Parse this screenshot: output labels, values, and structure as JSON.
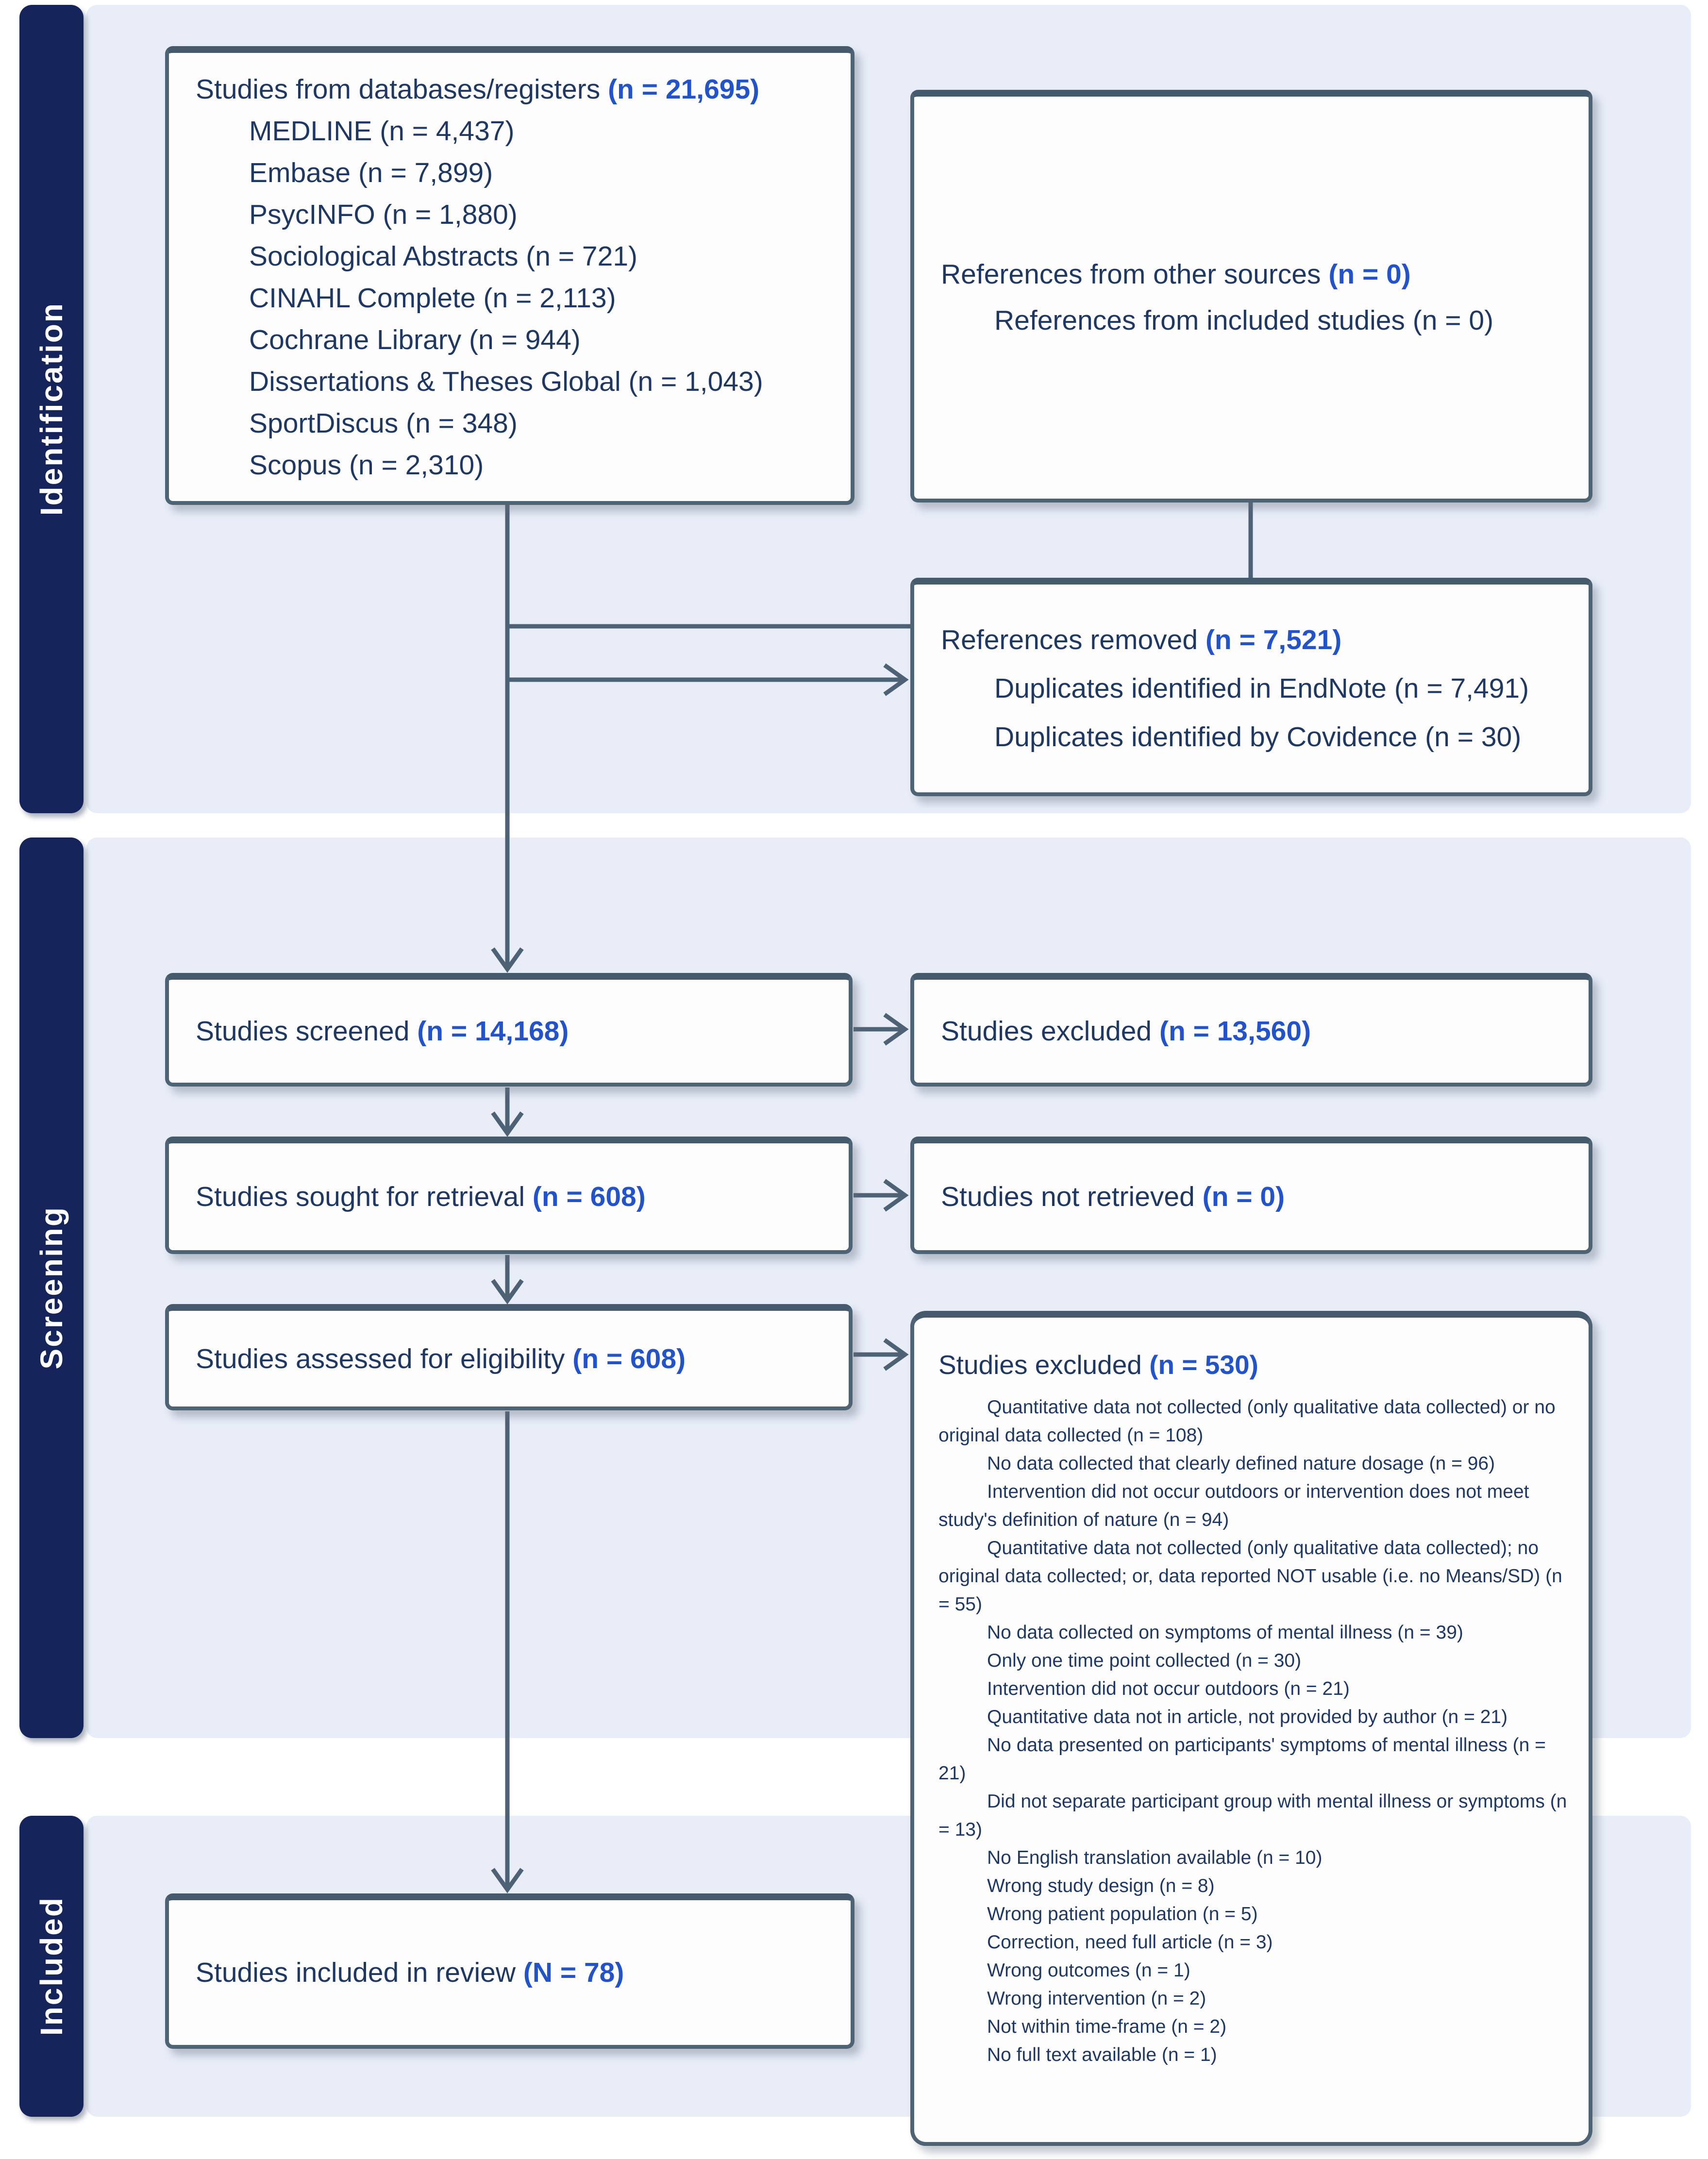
{
  "title": "PRISMA flow diagram of study selection",
  "colors": {
    "accent": "#2353c9",
    "text": "#1f3863",
    "box_border": "#4e6374",
    "stage_panel": "#e8edf8",
    "stage_bar": "#15245a",
    "arrow": "#4e6275"
  },
  "sections": [
    {
      "id": "identification",
      "label": "Identification"
    },
    {
      "id": "screening",
      "label": "Screening"
    },
    {
      "id": "included",
      "label": "Included"
    }
  ],
  "boxes": {
    "databases": {
      "lines": [
        {
          "text": "Studies from databases/registers ",
          "accent": "(n = 21,695)",
          "indent": false
        },
        {
          "text": "MEDLINE (n = 4,437)",
          "indent": true
        },
        {
          "text": "Embase (n = 7,899)",
          "indent": true
        },
        {
          "text": "PsycINFO (n = 1,880)",
          "indent": true
        },
        {
          "text": "Sociological Abstracts (n = 721)",
          "indent": true
        },
        {
          "text": "CINAHL Complete (n = 2,113)",
          "indent": true
        },
        {
          "text": "Cochrane Library (n = 944)",
          "indent": true
        },
        {
          "text": "Dissertations & Theses Global (n = 1,043)",
          "indent": true
        },
        {
          "text": "SportDiscus (n = 348)",
          "indent": true
        },
        {
          "text": "Scopus (n = 2,310)",
          "indent": true
        }
      ]
    },
    "other_sources": {
      "lines": [
        {
          "text": "References from other sources ",
          "accent": "(n = 0)",
          "indent": false
        },
        {
          "text": "References from included studies (n = 0)",
          "indent": true
        }
      ]
    },
    "references_removed": {
      "lines": [
        {
          "text": "References removed ",
          "accent": "(n = 7,521)",
          "indent": false
        },
        {
          "text": "Duplicates identified in EndNote (n = 7,491)",
          "indent": true
        },
        {
          "text": "Duplicates identified by Covidence (n = 30)",
          "indent": true
        }
      ]
    },
    "screened": {
      "lines": [
        {
          "text": "Studies screened ",
          "accent": "(n = 14,168)",
          "indent": false
        }
      ]
    },
    "excluded_screened": {
      "lines": [
        {
          "text": "Studies excluded ",
          "accent": "(n = 13,560)",
          "indent": false
        }
      ]
    },
    "sought": {
      "lines": [
        {
          "text": "Studies sought for retrieval ",
          "accent": "(n = 608)",
          "indent": false
        }
      ]
    },
    "not_retrieved": {
      "lines": [
        {
          "text": "Studies not retrieved ",
          "accent": "(n = 0)",
          "indent": false
        }
      ]
    },
    "assessed": {
      "lines": [
        {
          "text": "Studies assessed for eligibility ",
          "accent": "(n = 608)",
          "indent": false
        }
      ]
    },
    "excluded_eligibility": {
      "lines": [
        {
          "text": "Studies excluded ",
          "accent": "(n = 530)",
          "indent": false,
          "title": true
        },
        {
          "text": "Quantitative data not collected (only qualitative data collected) or no original data collected (n = 108)",
          "indent": true
        },
        {
          "text": "No data collected that clearly defined nature dosage (n = 96)",
          "indent": true
        },
        {
          "text": "Intervention did not occur outdoors or intervention does not meet study's definition of nature (n = 94)",
          "indent": true
        },
        {
          "text": "Quantitative data not collected (only qualitative data collected); no original data collected; or, data reported NOT usable (i.e. no Means/SD) (n = 55)",
          "indent": true
        },
        {
          "text": "No data collected on symptoms of mental illness (n = 39)",
          "indent": true
        },
        {
          "text": "Only one time point collected (n = 30)",
          "indent": true
        },
        {
          "text": "Intervention did not occur outdoors (n = 21)",
          "indent": true
        },
        {
          "text": "Quantitative data not in article, not provided by author (n = 21)",
          "indent": true
        },
        {
          "text": "No data presented on participants' symptoms of mental illness (n = 21)",
          "indent": true
        },
        {
          "text": "Did not separate participant group with mental illness or symptoms (n = 13)",
          "indent": true
        },
        {
          "text": "No English translation available (n = 10)",
          "indent": true
        },
        {
          "text": "Wrong study design (n = 8)",
          "indent": true
        },
        {
          "text": "Wrong patient population (n = 5)",
          "indent": true
        },
        {
          "text": "Correction, need full article (n = 3)",
          "indent": true
        },
        {
          "text": "Wrong outcomes (n = 1)",
          "indent": true
        },
        {
          "text": "Wrong intervention (n = 2)",
          "indent": true
        },
        {
          "text": "Not within time-frame (n = 2)",
          "indent": true
        },
        {
          "text": "No full text available (n = 1)",
          "indent": true
        }
      ]
    },
    "included_review": {
      "lines": [
        {
          "text": "Studies included in review ",
          "accent": "(N = 78)",
          "indent": false
        }
      ]
    }
  }
}
